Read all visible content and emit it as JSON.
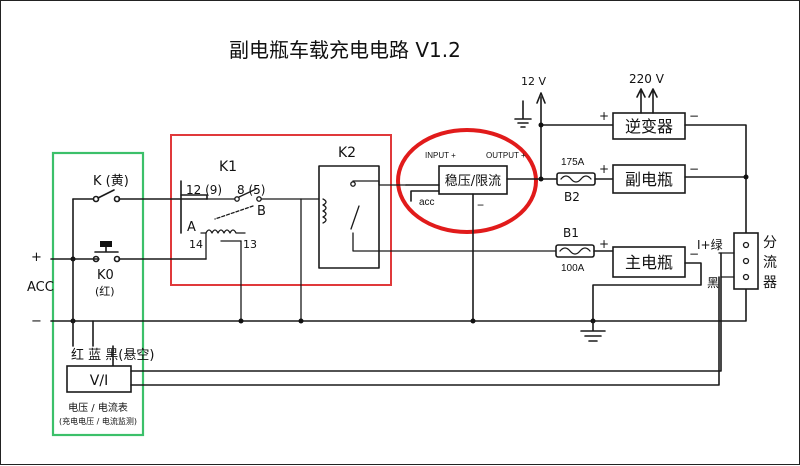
{
  "title": "副电瓶车载充电电路 V1.2",
  "colors": {
    "red_box": "#e0393b",
    "green_box": "#3cc06a",
    "red_circle": "#e11b1b",
    "wire": "#1a1a1a"
  },
  "labels": {
    "v12": "12 V",
    "v220": "220 V",
    "inverter": "逆变器",
    "sub_battery": "副电瓶",
    "main_battery": "主电瓶",
    "shunt": "分流器",
    "regulator": "稳压/限流",
    "reg_input": "INPUT +",
    "reg_output": "OUTPUT +",
    "reg_acc": "acc",
    "reg_minus": "−",
    "fuse_b2_rating": "175A",
    "fuse_b2": "B2",
    "fuse_b1": "B1",
    "fuse_b1_rating": "100A",
    "k1": "K1",
    "k2": "K2",
    "k1_pin_12_9": "12 (9)",
    "k1_pin_8_5": "8 (5)",
    "k1_pin_a": "A",
    "k1_pin_b": "B",
    "k1_pin_14": "14",
    "k1_pin_13": "13",
    "k_switch": "K (黄)",
    "k0_switch": "K0",
    "k0_color": "(红)",
    "acc": "ACC",
    "plus": "+",
    "minus": "−",
    "meter_wires": "红 蓝 黑(悬空)",
    "meter": "V/I",
    "meter_caption": "电压 / 电流表",
    "meter_subcaption": "(充电电压 / 电流监测)",
    "shunt_i_green": "I+绿",
    "shunt_black": "黑",
    "pos": "+",
    "neg": "−"
  }
}
